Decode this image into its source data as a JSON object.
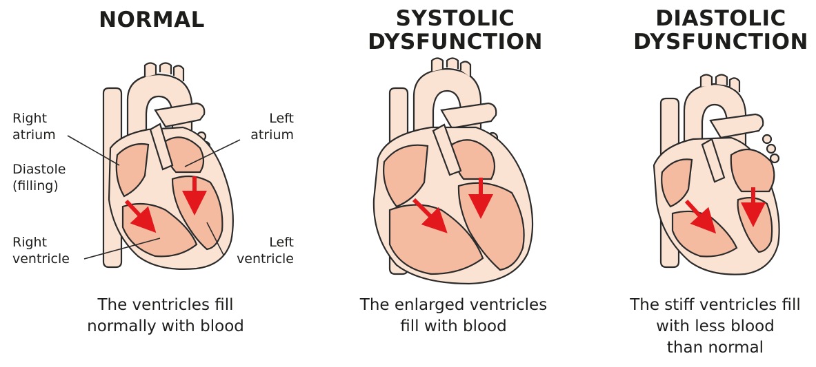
{
  "panels": [
    {
      "title_lines": [
        "NORMAL"
      ],
      "caption_lines": [
        "The ventricles fill",
        "normally with blood"
      ]
    },
    {
      "title_lines": [
        "SYSTOLIC",
        "DYSFUNCTION"
      ],
      "caption_lines": [
        "The enlarged ventricles",
        "fill with blood"
      ]
    },
    {
      "title_lines": [
        "DIASTOLIC",
        "DYSFUNCTION"
      ],
      "caption_lines": [
        "The stiff ventricles fill",
        "with less blood",
        "than normal"
      ]
    }
  ],
  "labels": {
    "right_atrium": [
      "Right",
      "atrium"
    ],
    "diastole": [
      "Diastole",
      "(filling)"
    ],
    "right_ventricle": [
      "Right",
      "ventricle"
    ],
    "left_atrium": [
      "Left",
      "atrium"
    ],
    "left_ventricle": [
      "Left",
      "ventricle"
    ]
  },
  "colors": {
    "outer_tissue": "#fbe3d4",
    "chamber": "#f4bba1",
    "outline": "#2b2b2b",
    "arrow": "#e3181c"
  }
}
